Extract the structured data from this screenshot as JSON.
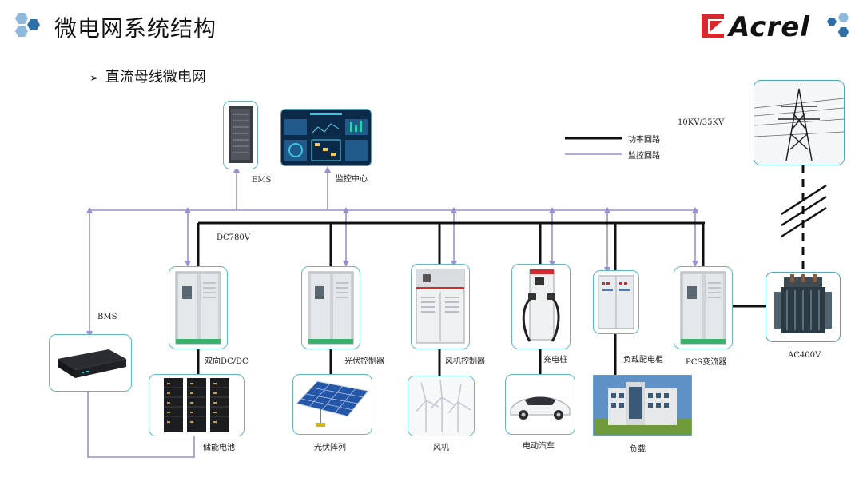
{
  "header": {
    "title": "微电网系统结构",
    "subtitle": "直流母线微电网",
    "logo_text": "Acrel"
  },
  "legend": {
    "power": "功率回路",
    "monitor": "监控回路"
  },
  "labels": {
    "ems": "EMS",
    "monitor_center": "监控中心",
    "dc_bus": "DC780V",
    "grid_voltage": "10KV/35KV",
    "bms": "BMS",
    "bidirectional_dcdc": "双向DC/DC",
    "pv_controller": "光伏控制器",
    "wind_controller": "风机控制器",
    "charging_pile": "充电桩",
    "load_cabinet": "负载配电柜",
    "pcs": "PCS变流器",
    "ac400": "AC400V",
    "battery": "储能电池",
    "pv_array": "光伏阵列",
    "wind_turbine": "风机",
    "ev": "电动汽车",
    "load": "负载"
  },
  "colors": {
    "power_line": "#111111",
    "monitor_line": "#9b8fd0",
    "box_border": "#5fb8c6",
    "logo_red": "#d7282f",
    "hex_blue": "#2e6fa8",
    "hex_light": "#8fb9dc"
  }
}
